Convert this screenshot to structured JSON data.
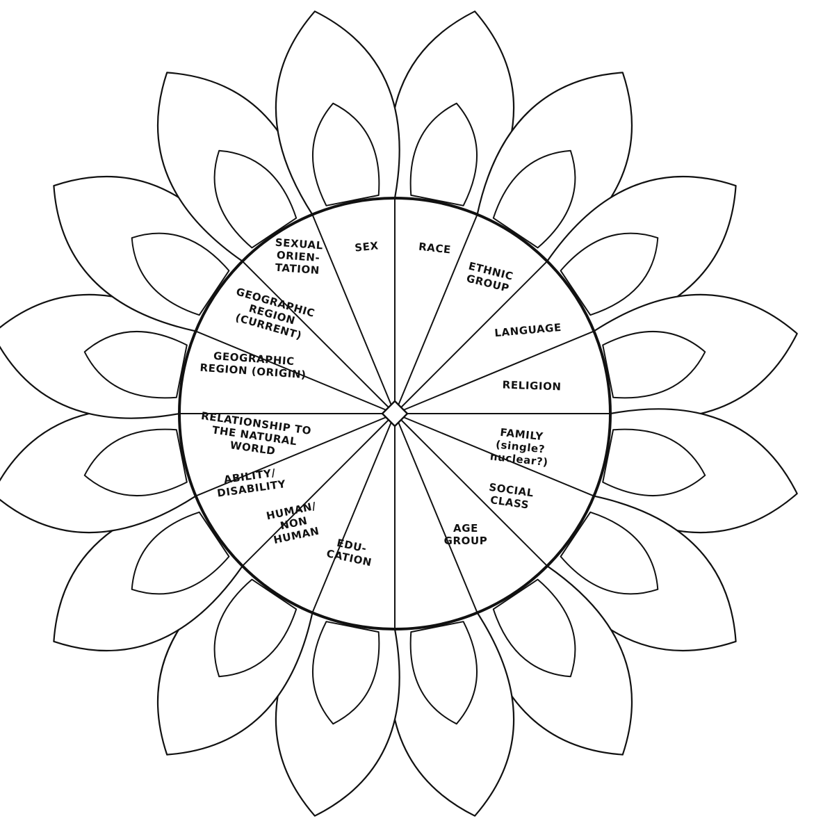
{
  "wheel": {
    "segments": [
      {
        "id": "sex",
        "label_lines": [
          "SEX"
        ]
      },
      {
        "id": "race",
        "label_lines": [
          "RACE"
        ]
      },
      {
        "id": "ethnic-group",
        "label_lines": [
          "ETHNIC",
          "GROUP"
        ]
      },
      {
        "id": "language",
        "label_lines": [
          "LANGUAGE"
        ]
      },
      {
        "id": "religion",
        "label_lines": [
          "RELIGION"
        ]
      },
      {
        "id": "family",
        "label_lines": [
          "FAMILY",
          "(single?",
          "nuclear?)"
        ]
      },
      {
        "id": "social-class",
        "label_lines": [
          "SOCIAL",
          "CLASS"
        ]
      },
      {
        "id": "age-group",
        "label_lines": [
          "AGE",
          "GROUP"
        ]
      },
      {
        "id": "unlabeled",
        "label_lines": []
      },
      {
        "id": "education",
        "label_lines": [
          "EDU-",
          "CATION"
        ]
      },
      {
        "id": "human-non-human",
        "label_lines": [
          "HUMAN/",
          "NON",
          "HUMAN"
        ]
      },
      {
        "id": "ability-disability",
        "label_lines": [
          "ABILITY/",
          "DISABILITY"
        ]
      },
      {
        "id": "relationship-natural-world",
        "label_lines": [
          "RELATIONSHIP TO",
          "THE NATURAL",
          "WORLD"
        ]
      },
      {
        "id": "geographic-region-origin",
        "label_lines": [
          "GEOGRAPHIC",
          "REGION (ORIGIN)"
        ]
      },
      {
        "id": "geographic-region-current",
        "label_lines": [
          "GEOGRAPHIC",
          "REGION",
          "(CURRENT)"
        ]
      },
      {
        "id": "sexual-orientation",
        "label_lines": [
          "SEXUAL",
          "ORIEN-",
          "TATION"
        ]
      }
    ]
  }
}
